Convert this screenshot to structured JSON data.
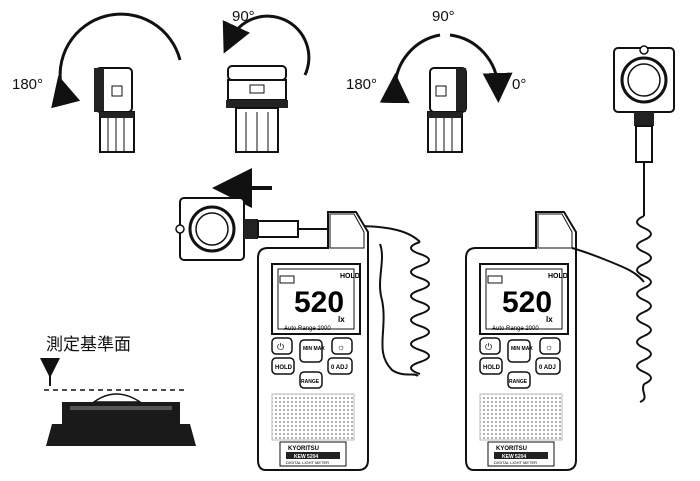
{
  "rotation_labels": {
    "left_180": "180°",
    "mid_90": "90°",
    "right_90": "90°",
    "right_180": "180°",
    "right_0": "0°"
  },
  "measurement_reference": "測定基準面",
  "meters": [
    {
      "reading": "520",
      "unit": "lx",
      "hold": "HOLD",
      "range_text": "Auto Range 2000",
      "buttons": {
        "power": "⏻",
        "minmax": "MIN MAX",
        "light": "☼",
        "hold": "HOLD",
        "zero": "0 ADJ",
        "range": "RANGE"
      },
      "brand": "KYORITSU",
      "model": "KEW 5204",
      "subtitle": "DIGITAL LIGHT METER"
    },
    {
      "reading": "520",
      "unit": "lx",
      "hold": "HOLD",
      "range_text": "Auto Range 2000",
      "buttons": {
        "power": "⏻",
        "minmax": "MIN MAX",
        "light": "☼",
        "hold": "HOLD",
        "zero": "0 ADJ",
        "range": "RANGE"
      },
      "brand": "KYORITSU",
      "model": "KEW 5204",
      "subtitle": "DIGITAL LIGHT METER"
    }
  ],
  "colors": {
    "line": "#111111",
    "dark": "#1a1a1a",
    "gray": "#9a9a9a",
    "light": "#d8d8d8"
  }
}
